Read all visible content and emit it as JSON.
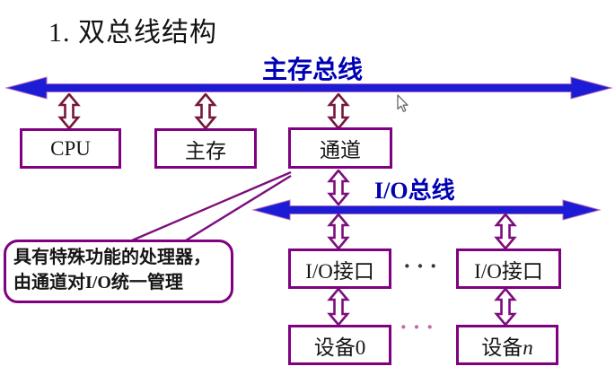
{
  "slide": {
    "title": "1. 双总线结构"
  },
  "diagram": {
    "main_bus_label": "主存总线",
    "io_bus_label": "I/O总线",
    "boxes": {
      "cpu": "CPU",
      "main_memory": "主存",
      "channel": "通道",
      "io_interface_left": "I/O接口",
      "io_interface_right": "I/O接口",
      "device_left": "设备0",
      "device_right_prefix": "设备",
      "device_right_var": "n"
    },
    "ellipsis_interfaces": "···",
    "ellipsis_devices": "···",
    "callout": {
      "line1": "具有特殊功能的处理器，",
      "line2": "由通道对I/O统一管理"
    }
  },
  "colors": {
    "bus_fill": "#1c1cd6",
    "bus_edge": "#b36bb3",
    "bus_label_blue": "#0000b4",
    "box_border_purple": "#800080",
    "arrow_top_row_maroon": "#76173c",
    "arrow_purple": "#7d0e7d",
    "text_black": "#131313"
  }
}
